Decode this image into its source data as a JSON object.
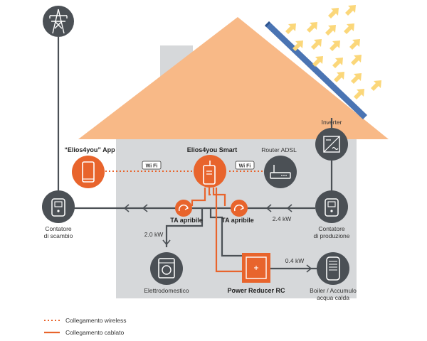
{
  "labels": {
    "app": "“Elios4you” App",
    "smart": "Elios4you Smart",
    "router": "Router ADSL",
    "inverter": "Inverter",
    "ta_left": "TA apribile",
    "ta_right": "TA apribile",
    "power_left": "2.0 kW",
    "power_right": "2.4 kW",
    "power_boiler": "0.4 kW",
    "meter_left_line1": "Contatore",
    "meter_left_line2": "di scambio",
    "meter_right_line1": "Contatore",
    "meter_right_line2": "di produzione",
    "appliance": "Elettrodomestico",
    "reducer": "Power Reducer RC",
    "boiler_line1": "Boiler / Accumulo",
    "boiler_line2": "acqua calda",
    "wifi_left": "Wi Fi",
    "wifi_right": "Wi Fi"
  },
  "legend": {
    "wireless": "Collegamento wireless",
    "wired": "Collegamento cablato"
  },
  "colors": {
    "orange": "#e8642c",
    "dark_gray": "#4b5055",
    "house_wall": "#d6d8da",
    "roof": "#f8b987",
    "sun_arrows": "#fbd77a",
    "panel": "#4a74b3"
  },
  "icons": {
    "pylon": "power-pylon-icon",
    "solar_panel": "solar-panel",
    "inverter": "inverter-icon",
    "router": "router-icon",
    "phone": "smartphone-icon",
    "elios": "elios-device-icon",
    "meter": "energy-meter-icon",
    "ta": "current-clamp-icon",
    "washer": "washing-machine-icon",
    "reducer": "power-reducer-icon",
    "boiler": "boiler-icon"
  }
}
